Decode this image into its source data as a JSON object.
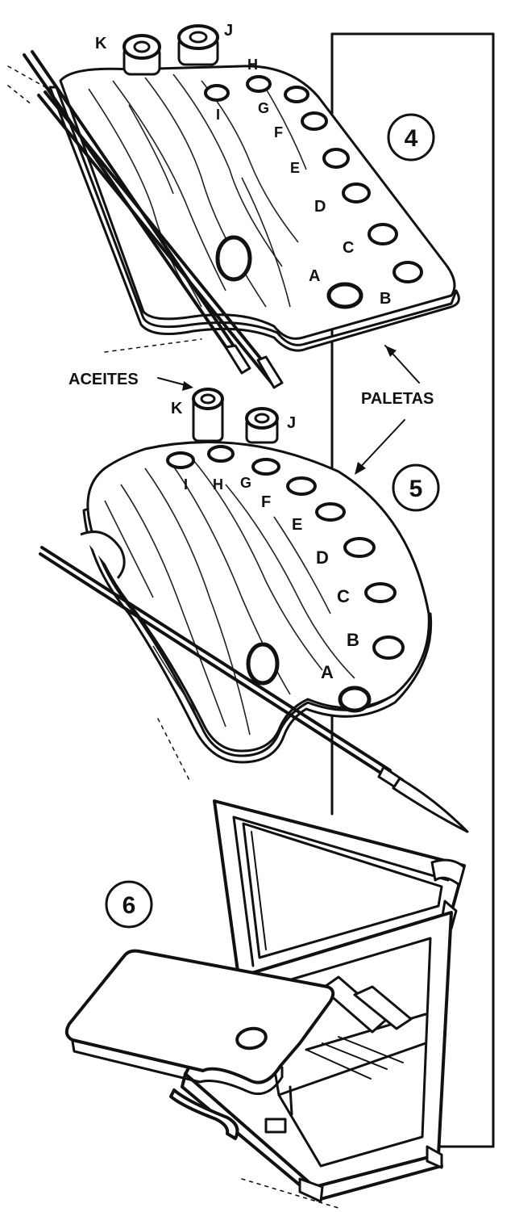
{
  "figures": [
    {
      "number": "4",
      "wells": [
        "A",
        "B",
        "C",
        "D",
        "E",
        "F",
        "G",
        "H",
        "I"
      ],
      "cups": [
        "K",
        "J"
      ]
    },
    {
      "number": "5",
      "wells": [
        "A",
        "B",
        "C",
        "D",
        "E",
        "F",
        "G",
        "H",
        "I"
      ],
      "cups": [
        "K",
        "J"
      ]
    },
    {
      "number": "6"
    }
  ],
  "callouts": {
    "oils": "ACEITES",
    "palettes": "PALETAS"
  },
  "icons": [
    "rectangular-palette",
    "oval-palette",
    "paint-box",
    "brush"
  ]
}
